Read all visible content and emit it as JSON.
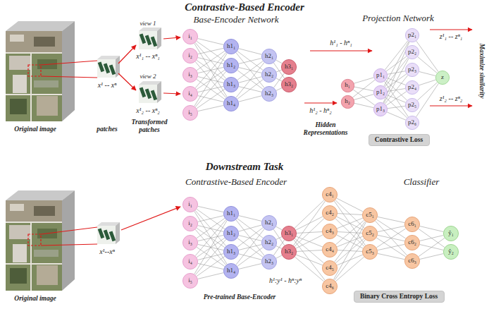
{
  "diagram": {
    "nodes": [
      {
        "text": [
          "i₁"
        ]
      },
      {
        "text": [
          "i₂"
        ]
      },
      {
        "text": [
          "i₃"
        ]
      },
      {
        "text": [
          "i₄"
        ]
      },
      {
        "text": [
          "i₅"
        ]
      },
      {
        "text": [
          "h1₁"
        ]
      },
      {
        "text": [
          "h1₂"
        ]
      },
      {
        "text": [
          "h1₃"
        ]
      },
      {
        "text": [
          "h1₄"
        ]
      },
      {
        "text": [
          "h2₁"
        ]
      },
      {
        "text": [
          "h2₂"
        ]
      },
      {
        "text": [
          "h2₃"
        ]
      },
      {
        "text": [
          "h3₁"
        ]
      },
      {
        "text": [
          "h3₂"
        ]
      },
      {
        "text": [
          "h₁"
        ]
      },
      {
        "text": [
          "h₂"
        ]
      },
      {
        "text": [
          "p1₁"
        ]
      },
      {
        "text": [
          "p1₂"
        ]
      },
      {
        "text": [
          "p1₃"
        ]
      },
      {
        "text": [
          "p2₁"
        ]
      },
      {
        "text": [
          "p2₂"
        ]
      },
      {
        "text": [
          "p2₃"
        ]
      },
      {
        "text": [
          "p2₄"
        ]
      },
      {
        "text": [
          "p2₅"
        ]
      },
      {
        "text": [
          "p2₆"
        ]
      },
      {
        "text": [
          "z"
        ]
      },
      {
        "text": [
          "Contrastive Loss"
        ]
      },
      {
        "text": [
          "i₁"
        ]
      },
      {
        "text": [
          "i₂"
        ]
      },
      {
        "text": [
          "i₃"
        ]
      },
      {
        "text": [
          "i₄"
        ]
      },
      {
        "text": [
          "i₅"
        ]
      },
      {
        "text": [
          "h1₁"
        ]
      },
      {
        "text": [
          "h1₂"
        ]
      },
      {
        "text": [
          "h1₃"
        ]
      },
      {
        "text": [
          "h1₄"
        ]
      },
      {
        "text": [
          "h2₁"
        ]
      },
      {
        "text": [
          "h2₂"
        ]
      },
      {
        "text": [
          "h2₃"
        ]
      },
      {
        "text": [
          "h3₁"
        ]
      },
      {
        "text": [
          "h3₂"
        ]
      },
      {
        "text": [
          "c4₁"
        ]
      },
      {
        "text": [
          "c4₂"
        ]
      },
      {
        "text": [
          "c4₃"
        ]
      },
      {
        "text": [
          "c4₄"
        ]
      },
      {
        "text": [
          "c4₅"
        ]
      },
      {
        "text": [
          "c4₆"
        ]
      },
      {
        "text": [
          "c5₁"
        ]
      },
      {
        "text": [
          "c5₂"
        ]
      },
      {
        "text": [
          "c5₃"
        ]
      },
      {
        "text": [
          "c6₁"
        ]
      },
      {
        "text": [
          "c6₂"
        ]
      },
      {
        "text": [
          "c6₃"
        ]
      },
      {
        "text": [
          "ŷ₁"
        ]
      },
      {
        "text": [
          "ŷ₂"
        ]
      },
      {
        "text": [
          "Binary Cross Entropy Loss"
        ]
      }
    ],
    "edges": [
      {
        "from": 0,
        "to": 5,
        "arrow": "none"
      },
      {
        "from": 0,
        "to": 6,
        "arrow": "none"
      },
      {
        "from": 0,
        "to": 7,
        "arrow": "none"
      },
      {
        "from": 0,
        "to": 8,
        "arrow": "none"
      },
      {
        "from": 1,
        "to": 5,
        "arrow": "none"
      },
      {
        "from": 1,
        "to": 6,
        "arrow": "none"
      },
      {
        "from": 1,
        "to": 7,
        "arrow": "none"
      },
      {
        "from": 1,
        "to": 8,
        "arrow": "none"
      },
      {
        "from": 2,
        "to": 5,
        "arrow": "none"
      },
      {
        "from": 2,
        "to": 6,
        "arrow": "none"
      },
      {
        "from": 2,
        "to": 7,
        "arrow": "none"
      },
      {
        "from": 2,
        "to": 8,
        "arrow": "none"
      },
      {
        "from": 3,
        "to": 5,
        "arrow": "none"
      },
      {
        "from": 3,
        "to": 6,
        "arrow": "none"
      },
      {
        "from": 3,
        "to": 7,
        "arrow": "none"
      },
      {
        "from": 3,
        "to": 8,
        "arrow": "none"
      },
      {
        "from": 4,
        "to": 5,
        "arrow": "none"
      },
      {
        "from": 4,
        "to": 6,
        "arrow": "none"
      },
      {
        "from": 4,
        "to": 7,
        "arrow": "none"
      },
      {
        "from": 4,
        "to": 8,
        "arrow": "none"
      },
      {
        "from": 5,
        "to": 9,
        "arrow": "none"
      },
      {
        "from": 5,
        "to": 10,
        "arrow": "none"
      },
      {
        "from": 5,
        "to": 11,
        "arrow": "none"
      },
      {
        "from": 6,
        "to": 9,
        "arrow": "none"
      },
      {
        "from": 6,
        "to": 10,
        "arrow": "none"
      },
      {
        "from": 6,
        "to": 11,
        "arrow": "none"
      },
      {
        "from": 7,
        "to": 9,
        "arrow": "none"
      },
      {
        "from": 7,
        "to": 10,
        "arrow": "none"
      },
      {
        "from": 7,
        "to": 11,
        "arrow": "none"
      },
      {
        "from": 8,
        "to": 9,
        "arrow": "none"
      },
      {
        "from": 8,
        "to": 10,
        "arrow": "none"
      },
      {
        "from": 8,
        "to": 11,
        "arrow": "none"
      },
      {
        "from": 9,
        "to": 12,
        "arrow": "none"
      },
      {
        "from": 9,
        "to": 13,
        "arrow": "none"
      },
      {
        "from": 10,
        "to": 12,
        "arrow": "none"
      },
      {
        "from": 10,
        "to": 13,
        "arrow": "none"
      },
      {
        "from": 11,
        "to": 12,
        "arrow": "none"
      },
      {
        "from": 11,
        "to": 13,
        "arrow": "none"
      },
      {
        "from": 14,
        "to": 16,
        "arrow": "none"
      },
      {
        "from": 14,
        "to": 17,
        "arrow": "none"
      },
      {
        "from": 14,
        "to": 18,
        "arrow": "none"
      },
      {
        "from": 15,
        "to": 16,
        "arrow": "none"
      },
      {
        "from": 15,
        "to": 17,
        "arrow": "none"
      },
      {
        "from": 15,
        "to": 18,
        "arrow": "none"
      },
      {
        "from": 16,
        "to": 19,
        "arrow": "none"
      },
      {
        "from": 16,
        "to": 20,
        "arrow": "none"
      },
      {
        "from": 16,
        "to": 21,
        "arrow": "none"
      },
      {
        "from": 16,
        "to": 22,
        "arrow": "none"
      },
      {
        "from": 16,
        "to": 23,
        "arrow": "none"
      },
      {
        "from": 16,
        "to": 24,
        "arrow": "none"
      },
      {
        "from": 17,
        "to": 19,
        "arrow": "none"
      },
      {
        "from": 17,
        "to": 20,
        "arrow": "none"
      },
      {
        "from": 17,
        "to": 21,
        "arrow": "none"
      },
      {
        "from": 17,
        "to": 22,
        "arrow": "none"
      },
      {
        "from": 17,
        "to": 23,
        "arrow": "none"
      },
      {
        "from": 17,
        "to": 24,
        "arrow": "none"
      },
      {
        "from": 18,
        "to": 19,
        "arrow": "none"
      },
      {
        "from": 18,
        "to": 20,
        "arrow": "none"
      },
      {
        "from": 18,
        "to": 21,
        "arrow": "none"
      },
      {
        "from": 18,
        "to": 22,
        "arrow": "none"
      },
      {
        "from": 18,
        "to": 23,
        "arrow": "none"
      },
      {
        "from": 18,
        "to": 24,
        "arrow": "none"
      },
      {
        "from": 19,
        "to": 25,
        "arrow": "none"
      },
      {
        "from": 20,
        "to": 25,
        "arrow": "none"
      },
      {
        "from": 21,
        "to": 25,
        "arrow": "none"
      },
      {
        "from": 22,
        "to": 25,
        "arrow": "none"
      },
      {
        "from": 23,
        "to": 25,
        "arrow": "none"
      },
      {
        "from": 24,
        "to": 25,
        "arrow": "none"
      },
      {
        "from": 27,
        "to": 32,
        "arrow": "none"
      },
      {
        "from": 27,
        "to": 33,
        "arrow": "none"
      },
      {
        "from": 27,
        "to": 34,
        "arrow": "none"
      },
      {
        "from": 27,
        "to": 35,
        "arrow": "none"
      },
      {
        "from": 28,
        "to": 32,
        "arrow": "none"
      },
      {
        "from": 28,
        "to": 33,
        "arrow": "none"
      },
      {
        "from": 28,
        "to": 34,
        "arrow": "none"
      },
      {
        "from": 28,
        "to": 35,
        "arrow": "none"
      },
      {
        "from": 29,
        "to": 32,
        "arrow": "none"
      },
      {
        "from": 29,
        "to": 33,
        "arrow": "none"
      },
      {
        "from": 29,
        "to": 34,
        "arrow": "none"
      },
      {
        "from": 29,
        "to": 35,
        "arrow": "none"
      },
      {
        "from": 30,
        "to": 32,
        "arrow": "none"
      },
      {
        "from": 30,
        "to": 33,
        "arrow": "none"
      },
      {
        "from": 30,
        "to": 34,
        "arrow": "none"
      },
      {
        "from": 30,
        "to": 35,
        "arrow": "none"
      },
      {
        "from": 31,
        "to": 32,
        "arrow": "none"
      },
      {
        "from": 31,
        "to": 33,
        "arrow": "none"
      },
      {
        "from": 31,
        "to": 34,
        "arrow": "none"
      },
      {
        "from": 31,
        "to": 35,
        "arrow": "none"
      },
      {
        "from": 32,
        "to": 36,
        "arrow": "none"
      },
      {
        "from": 32,
        "to": 37,
        "arrow": "none"
      },
      {
        "from": 32,
        "to": 38,
        "arrow": "none"
      },
      {
        "from": 33,
        "to": 36,
        "arrow": "none"
      },
      {
        "from": 33,
        "to": 37,
        "arrow": "none"
      },
      {
        "from": 33,
        "to": 38,
        "arrow": "none"
      },
      {
        "from": 34,
        "to": 36,
        "arrow": "none"
      },
      {
        "from": 34,
        "to": 37,
        "arrow": "none"
      },
      {
        "from": 34,
        "to": 38,
        "arrow": "none"
      },
      {
        "from": 35,
        "to": 36,
        "arrow": "none"
      },
      {
        "from": 35,
        "to": 37,
        "arrow": "none"
      },
      {
        "from": 35,
        "to": 38,
        "arrow": "none"
      },
      {
        "from": 36,
        "to": 39,
        "arrow": "none"
      },
      {
        "from": 36,
        "to": 40,
        "arrow": "none"
      },
      {
        "from": 37,
        "to": 39,
        "arrow": "none"
      },
      {
        "from": 37,
        "to": 40,
        "arrow": "none"
      },
      {
        "from": 38,
        "to": 39,
        "arrow": "none"
      },
      {
        "from": 38,
        "to": 40,
        "arrow": "none"
      },
      {
        "from": 39,
        "to": 41,
        "arrow": "none"
      },
      {
        "from": 39,
        "to": 42,
        "arrow": "none"
      },
      {
        "from": 39,
        "to": 43,
        "arrow": "none"
      },
      {
        "from": 39,
        "to": 44,
        "arrow": "none"
      },
      {
        "from": 39,
        "to": 45,
        "arrow": "none"
      },
      {
        "from": 39,
        "to": 46,
        "arrow": "none"
      },
      {
        "from": 40,
        "to": 41,
        "arrow": "none"
      },
      {
        "from": 40,
        "to": 42,
        "arrow": "none"
      },
      {
        "from": 40,
        "to": 43,
        "arrow": "none"
      },
      {
        "from": 40,
        "to": 44,
        "arrow": "none"
      },
      {
        "from": 40,
        "to": 45,
        "arrow": "none"
      },
      {
        "from": 40,
        "to": 46,
        "arrow": "none"
      },
      {
        "from": 41,
        "to": 47,
        "arrow": "none"
      },
      {
        "from": 41,
        "to": 48,
        "arrow": "none"
      },
      {
        "from": 41,
        "to": 49,
        "arrow": "none"
      },
      {
        "from": 42,
        "to": 47,
        "arrow": "none"
      },
      {
        "from": 42,
        "to": 48,
        "arrow": "none"
      },
      {
        "from": 42,
        "to": 49,
        "arrow": "none"
      },
      {
        "from": 43,
        "to": 47,
        "arrow": "none"
      },
      {
        "from": 43,
        "to": 48,
        "arrow": "none"
      },
      {
        "from": 43,
        "to": 49,
        "arrow": "none"
      },
      {
        "from": 44,
        "to": 47,
        "arrow": "none"
      },
      {
        "from": 44,
        "to": 48,
        "arrow": "none"
      },
      {
        "from": 44,
        "to": 49,
        "arrow": "none"
      },
      {
        "from": 45,
        "to": 47,
        "arrow": "none"
      },
      {
        "from": 45,
        "to": 48,
        "arrow": "none"
      },
      {
        "from": 45,
        "to": 49,
        "arrow": "none"
      },
      {
        "from": 46,
        "to": 47,
        "arrow": "none"
      },
      {
        "from": 46,
        "to": 48,
        "arrow": "none"
      },
      {
        "from": 46,
        "to": 49,
        "arrow": "none"
      },
      {
        "from": 47,
        "to": 50,
        "arrow": "none"
      },
      {
        "from": 47,
        "to": 51,
        "arrow": "none"
      },
      {
        "from": 47,
        "to": 52,
        "arrow": "none"
      },
      {
        "from": 48,
        "to": 50,
        "arrow": "none"
      },
      {
        "from": 48,
        "to": 51,
        "arrow": "none"
      },
      {
        "from": 48,
        "to": 52,
        "arrow": "none"
      },
      {
        "from": 49,
        "to": 50,
        "arrow": "none"
      },
      {
        "from": 49,
        "to": 51,
        "arrow": "none"
      },
      {
        "from": 49,
        "to": 52,
        "arrow": "none"
      },
      {
        "from": 50,
        "to": 53,
        "arrow": "none"
      },
      {
        "from": 50,
        "to": 54,
        "arrow": "none"
      },
      {
        "from": 51,
        "to": 53,
        "arrow": "none"
      },
      {
        "from": 51,
        "to": 54,
        "arrow": "none"
      },
      {
        "from": 52,
        "to": 53,
        "arrow": "none"
      },
      {
        "from": 52,
        "to": 54,
        "arrow": "none"
      }
    ],
    "labels": [
      "Contrastive-Based Encoder",
      "Original image",
      "patches",
      "x¹ -- xⁿ",
      "view 1",
      "x¹₁ -- xⁿ₁",
      "view 2",
      "x¹₂ -- xⁿ₂",
      "Transformed patches",
      "Base-Encoder Network",
      "h¹₁ - hⁿ₁",
      "h¹₂ - hⁿ₂",
      "Hidden Representations",
      "Projection Network",
      "z¹₁ -- zⁿ₁",
      "z¹₂ -- zⁿ₂",
      "Maximize similarity",
      "Downstream Task",
      "Contrastive-Based Encoder",
      "Classifier",
      "Original image",
      "x¹--xⁿ",
      "h¹:y¹ - hⁿ:yⁿ",
      "Pre-trained Base-Encoder"
    ]
  }
}
